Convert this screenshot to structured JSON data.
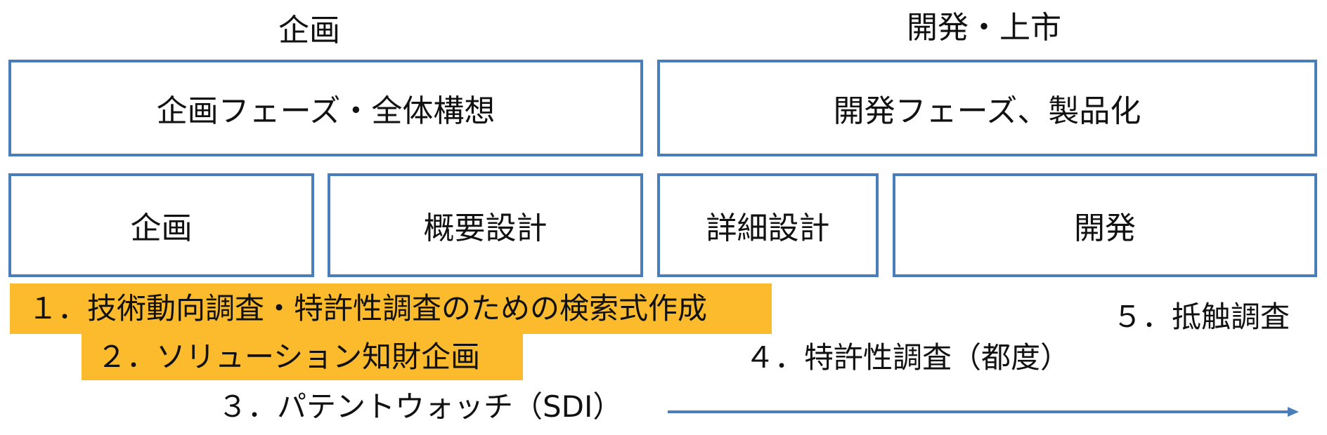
{
  "headers": {
    "planning": "企画",
    "development": "開発・上市"
  },
  "phases": {
    "planning": "企画フェーズ・全体構想",
    "development": "開発フェーズ、製品化"
  },
  "steps": {
    "planning": "企画",
    "outline_design": "概要設計",
    "detailed_design": "詳細設計",
    "development": "開発"
  },
  "activities": {
    "item1": "１．技術動向調査・特許性調査のための検索式作成",
    "item2": "２．ソリューション知財企画",
    "item3": "３．パテントウォッチ（SDI）",
    "item4": "４．特許性調査（都度）",
    "item5": "５．抵触調査"
  },
  "colors": {
    "box_border": "#4a7ebb",
    "highlight": "#fbbb2c",
    "arrow": "#4a7ebb"
  }
}
